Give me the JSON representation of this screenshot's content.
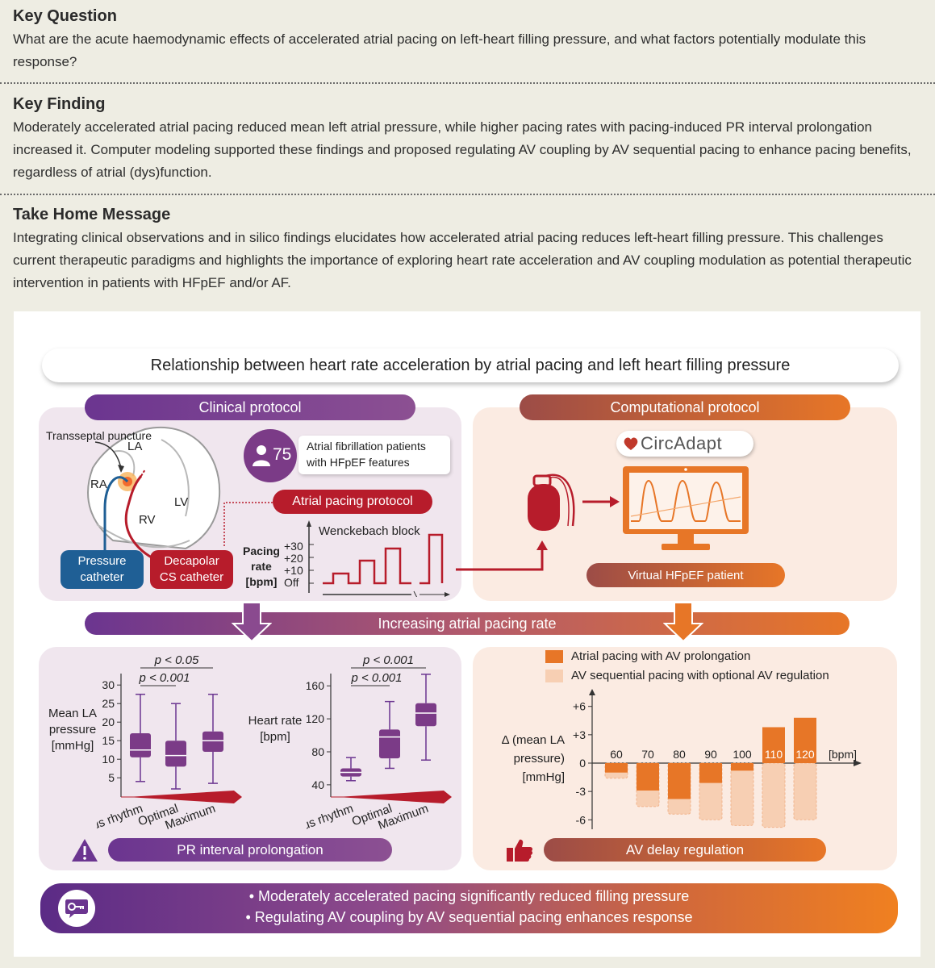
{
  "key_question": {
    "title": "Key Question",
    "body": "What are the acute haemodynamic effects of accelerated atrial pacing on left-heart filling pressure, and what factors potentially modulate this response?"
  },
  "key_finding": {
    "title": "Key Finding",
    "body": "Moderately accelerated atrial pacing reduced mean left atrial pressure, while higher pacing rates with pacing-induced PR interval prolongation increased it. Computer modeling supported these findings and proposed regulating AV coupling by AV sequential pacing to enhance pacing benefits, regardless of atrial (dys)function."
  },
  "take_home": {
    "title": "Take Home Message",
    "body": "Integrating clinical observations and in silico findings elucidates how accelerated atrial pacing reduces left-heart filling pressure. This challenges current therapeutic paradigms and highlights the importance of exploring heart rate acceleration and AV coupling modulation as potential therapeutic intervention in patients with HFpEF and/or AF."
  },
  "figure": {
    "title": "Relationship between heart rate acceleration by atrial pacing and left heart filling pressure",
    "clinical_protocol": "Clinical protocol",
    "computational_protocol": "Computational protocol",
    "increasing_rate": "Increasing atrial pacing rate",
    "heart": {
      "transseptal": "Transseptal puncture",
      "la": "LA",
      "ra": "RA",
      "lv": "LV",
      "rv": "RV",
      "pressure_catheter": "Pressure catheter",
      "decapolar": "Decapolar CS catheter"
    },
    "patients": {
      "count": "75",
      "desc_line1": "Atrial fibrillation patients",
      "desc_line2": "with HFpEF features"
    },
    "pacing_protocol": {
      "label": "Atrial pacing protocol",
      "wenckebach": "Wenckebach block",
      "ylabel_1": "Pacing",
      "ylabel_2": "rate",
      "ylabel_3": "[bpm]",
      "ticks": [
        "+30",
        "+20",
        "+10",
        "Off"
      ]
    },
    "circadapt_logo": "CircAdapt",
    "virtual_patient": "Virtual HFpEF patient",
    "pr_prolongation": "PR interval prolongation",
    "av_delay": "AV delay regulation",
    "colors": {
      "purple": "#6b3590",
      "red": "#b71c2b",
      "orange": "#e77627",
      "light_orange": "#f7cfb3",
      "box_blue": "#1f5f95"
    },
    "icons": [
      "person-icon",
      "warning-icon",
      "thumbs-up-icon",
      "key-icon",
      "pacemaker-icon",
      "monitor-icon"
    ]
  },
  "chart_data": [
    {
      "type": "box",
      "ylabel": "Mean LA pressure [mmHg]",
      "yticks": [
        5,
        10,
        15,
        20,
        25,
        30
      ],
      "ylim": [
        2,
        32
      ],
      "categories": [
        "Sinus rhythm",
        "Optimal",
        "Maximum"
      ],
      "boxes": [
        {
          "min": 4,
          "q1": 10.5,
          "median": 12.5,
          "q3": 17,
          "max": 27.5
        },
        {
          "min": 2,
          "q1": 8,
          "median": 11,
          "q3": 15,
          "max": 25
        },
        {
          "min": 3.5,
          "q1": 12,
          "median": 15,
          "q3": 17.5,
          "max": 27.5
        }
      ],
      "annotations": [
        "p < 0.05",
        "p < 0.001"
      ]
    },
    {
      "type": "box",
      "ylabel": "Heart rate [bpm]",
      "yticks": [
        40,
        80,
        120,
        160
      ],
      "ylim": [
        35,
        170
      ],
      "categories": [
        "Sinus rhythm",
        "Optimal",
        "Maximum"
      ],
      "boxes": [
        {
          "min": 45,
          "q1": 50,
          "median": 55,
          "q3": 60,
          "max": 73
        },
        {
          "min": 60,
          "q1": 72,
          "median": 98,
          "q3": 107,
          "max": 141
        },
        {
          "min": 70,
          "q1": 111,
          "median": 127,
          "q3": 139,
          "max": 174
        }
      ],
      "annotations": [
        "p < 0.001",
        "p < 0.001"
      ]
    },
    {
      "type": "bar",
      "ylabel": "Δ (mean LA pressure) [mmHg]",
      "xunit": "[bpm]",
      "yticks": [
        "+6",
        "+3",
        "0",
        "-3",
        "-6"
      ],
      "ylim": [
        -7,
        7
      ],
      "categories": [
        "60",
        "70",
        "80",
        "90",
        "100",
        "110",
        "120"
      ],
      "series": [
        {
          "name": "Atrial pacing with AV prolongation",
          "values": [
            -1.0,
            -2.9,
            -3.8,
            -2.1,
            -0.8,
            3.8,
            4.8
          ]
        },
        {
          "name": "AV sequential pacing with optional AV regulation",
          "values": [
            -1.6,
            -4.6,
            -5.4,
            -6.0,
            -6.6,
            -6.8,
            -6.0
          ]
        }
      ]
    }
  ],
  "key_messages": [
    "• Moderately accelerated pacing significantly reduced filling pressure",
    "• Regulating AV coupling by AV sequential pacing enhances response"
  ]
}
